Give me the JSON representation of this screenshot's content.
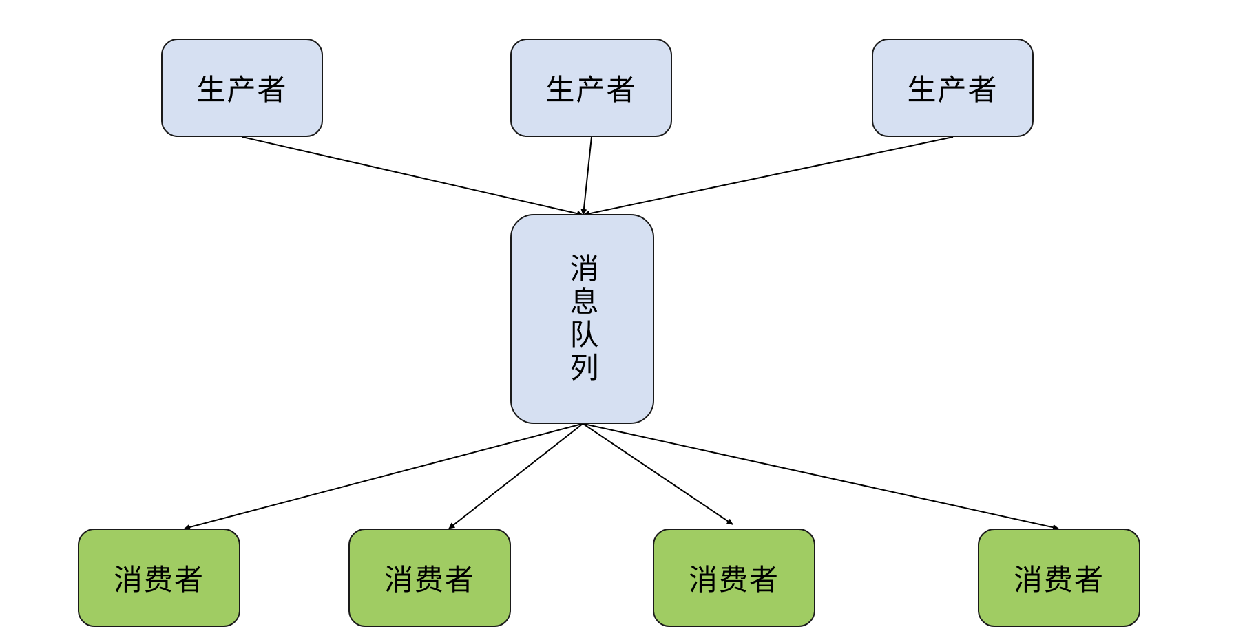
{
  "diagram": {
    "producers": [
      {
        "label": "生产者"
      },
      {
        "label": "生产者"
      },
      {
        "label": "生产者"
      }
    ],
    "queue": {
      "label": "消息队列"
    },
    "consumers": [
      {
        "label": "消费者"
      },
      {
        "label": "消费者"
      },
      {
        "label": "消费者"
      },
      {
        "label": "消费者"
      }
    ]
  },
  "colors": {
    "producer_fill": "#d6e0f2",
    "queue_fill": "#d6e0f2",
    "consumer_fill": "#a0cc63",
    "stroke": "#1a1a1a"
  }
}
